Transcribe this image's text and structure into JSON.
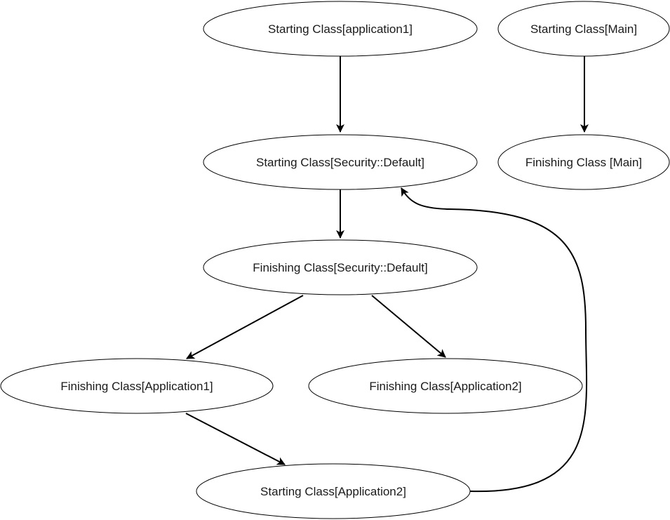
{
  "diagram": {
    "colors": {
      "stroke": "#000000",
      "fill": "#ffffff",
      "text": "#1a1a1a"
    },
    "nodes": [
      {
        "id": "start-application1",
        "label": "Starting Class[application1]"
      },
      {
        "id": "start-main",
        "label": "Starting Class[Main]"
      },
      {
        "id": "start-security-default",
        "label": "Starting Class[Security::Default]"
      },
      {
        "id": "finish-main",
        "label": "Finishing Class [Main]"
      },
      {
        "id": "finish-security-default",
        "label": "Finishing Class[Security::Default]"
      },
      {
        "id": "finish-application1",
        "label": "Finishing Class[Application1]"
      },
      {
        "id": "finish-application2",
        "label": "Finishing Class[Application2]"
      },
      {
        "id": "start-application2",
        "label": "Starting Class[Application2]"
      }
    ],
    "edges": [
      {
        "from": "start-application1",
        "to": "start-security-default"
      },
      {
        "from": "start-main",
        "to": "finish-main"
      },
      {
        "from": "start-security-default",
        "to": "finish-security-default"
      },
      {
        "from": "finish-security-default",
        "to": "finish-application1"
      },
      {
        "from": "finish-security-default",
        "to": "finish-application2"
      },
      {
        "from": "finish-application1",
        "to": "start-application2"
      },
      {
        "from": "start-application2",
        "to": "start-security-default"
      }
    ]
  }
}
